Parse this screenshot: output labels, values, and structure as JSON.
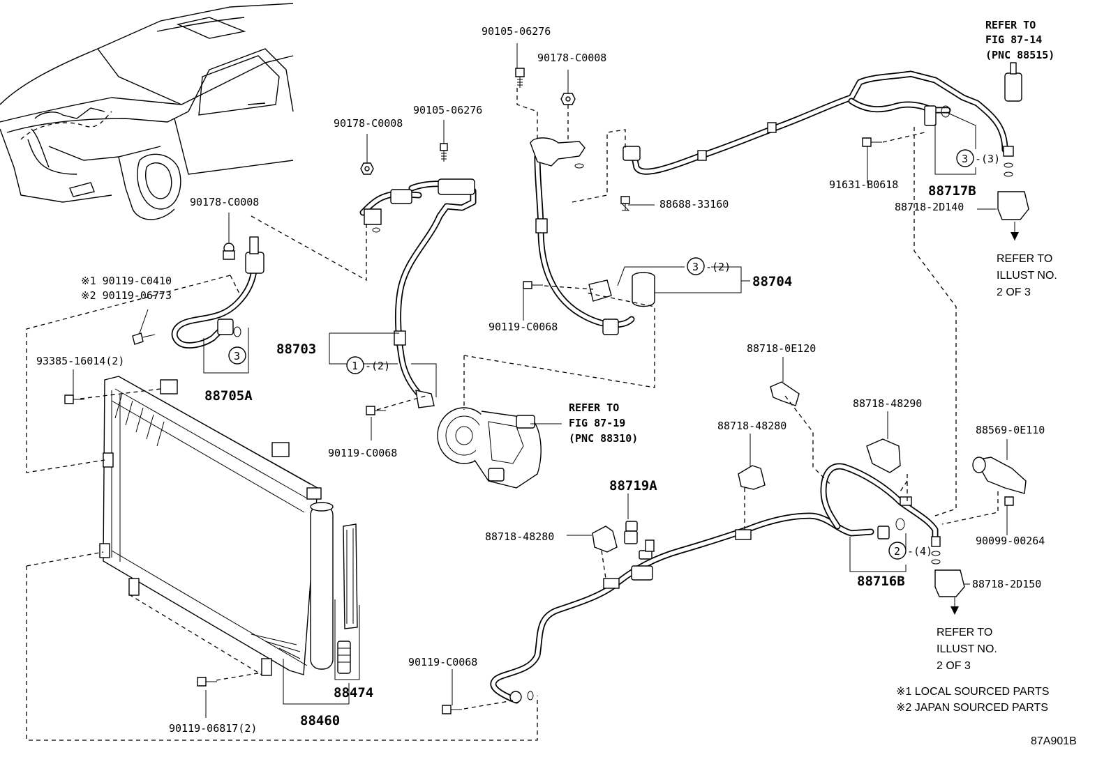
{
  "labels": {
    "p90105_06276_a": "90105-06276",
    "p90178_C0008_a": "90178-C0008",
    "p90105_06276_b": "90105-06276",
    "p90178_C0008_b": "90178-C0008",
    "p90178_C0008_c": "90178-C0008",
    "note_90119_C0410": "※1 90119-C0410",
    "note_90119_06773": "※2 90119-06773",
    "p93385_16014": "93385-16014(2)",
    "p88705A": "88705A",
    "p88703": "88703",
    "p90119_C0068_a": "90119-C0068",
    "p90119_C0068_b": "90119-C0068",
    "p90119_C0068_c": "90119-C0068",
    "p88688_33160": "88688-33160",
    "p88704": "88704",
    "p91631_B0618": "91631-B0618",
    "p88717B": "88717B",
    "p88718_2D140": "88718-2D140",
    "p88718_0E120": "88718-0E120",
    "p88718_48290": "88718-48290",
    "p88718_48280_a": "88718-48280",
    "p88718_48280_b": "88718-48280",
    "p88719A": "88719A",
    "p88569_0E110": "88569-0E110",
    "p90099_00264": "90099-00264",
    "p88716B": "88716B",
    "p88718_2D150": "88718-2D150",
    "p88474": "88474",
    "p88460": "88460",
    "p90119_06817": "90119-06817(2)",
    "refer_top_1": "REFER TO",
    "refer_top_2": "FIG 87-14",
    "refer_top_3": "(PNC 88515)",
    "refer_mid_1": "REFER TO",
    "refer_mid_2": "FIG 87-19",
    "refer_mid_3": "(PNC 88310)",
    "illust_a_1": "REFER TO",
    "illust_a_2": "ILLUST NO.",
    "illust_a_3": "2 OF 3",
    "illust_b_1": "REFER TO",
    "illust_b_2": "ILLUST NO.",
    "illust_b_3": "2 OF 3",
    "legend_1": "※1 LOCAL SOURCED PARTS",
    "legend_2": "※2 JAPAN SOURCED PARTS",
    "figure_code": "87A901B"
  },
  "callouts": {
    "c1_num": "1",
    "c1_qty": "-(2)",
    "c2_num": "2",
    "c2_qty": "-(4)",
    "c3a_num": "3",
    "c3b_num": "3",
    "c3b_qty": "-(2)",
    "c3c_num": "3",
    "c3c_qty": "-(3)"
  }
}
